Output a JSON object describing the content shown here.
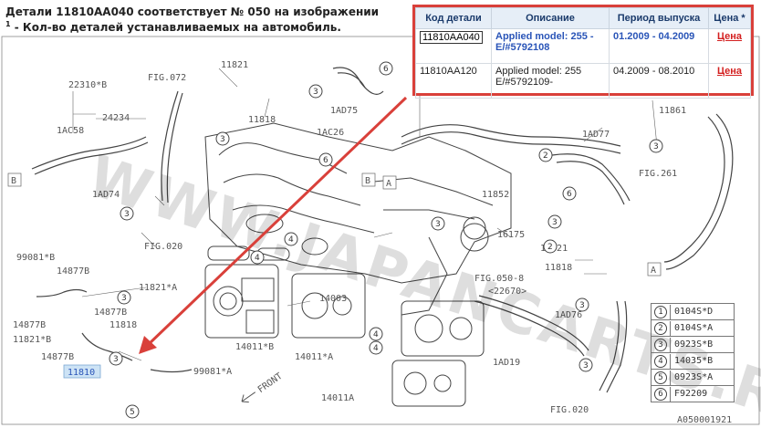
{
  "header": {
    "line1": "Детали 11810AA040 соответствует № 050 на изображении",
    "line2_sup": "1",
    "line2": " - Кол-во деталей устанавливаемых на автомобиль."
  },
  "popup": {
    "columns": [
      "Код детали",
      "Описание",
      "Период выпуска",
      "Цена *"
    ],
    "rows": [
      {
        "part": "11810AA040",
        "desc": "Applied model: 255 -E/#5792108",
        "period": "01.2009 - 04.2009",
        "price": "Цена"
      },
      {
        "part": "11810AA120",
        "desc": "Applied model: 255 E/#5792109-",
        "period": "04.2009 - 08.2010",
        "price": "Цена"
      }
    ]
  },
  "diagram": {
    "labels": {
      "fig072": "FIG.072",
      "l22310": "22310*B",
      "l24234": "24234",
      "l1ac58": "1AC58",
      "l11821top": "11821",
      "l11818a": "11818",
      "l1ad75": "1AD75",
      "l1ac26": "1AC26",
      "l11861": "11861",
      "l1ad77": "1AD77",
      "fig261": "FIG.261",
      "l1ad74": "1AD74",
      "fig020a": "FIG.020",
      "l11852": "11852",
      "l16175": "16175",
      "l11821b": "11821",
      "l11818b": "11818",
      "l99081b": "99081*B",
      "l14877b1": "14877B",
      "l11821a": "11821*A",
      "l14877b2": "14877B",
      "l14877b3": "14877B",
      "l11818c": "11818",
      "l11821b2": "11821*B",
      "l14877b4": "14877B",
      "l11810": "11810",
      "l99081a": "99081*A",
      "l14003": "14003",
      "l14011b": "14011*B",
      "l14011a": "14011*A",
      "l14011a2": "14011A",
      "fig050": "FIG.050-8",
      "l22670": "<22670>",
      "l1ad76": "1AD76",
      "l1ad19": "1AD19",
      "fig020b": "FIG.020",
      "front": "FRONT",
      "refA1": "A",
      "refA2": "A",
      "refB1": "B",
      "refB2": "B",
      "imgcode": "A050001921"
    }
  },
  "legend": [
    {
      "num": "1",
      "code": "0104S*D"
    },
    {
      "num": "2",
      "code": "0104S*A"
    },
    {
      "num": "3",
      "code": "0923S*B"
    },
    {
      "num": "4",
      "code": "14035*B"
    },
    {
      "num": "5",
      "code": "0923S*A"
    },
    {
      "num": "6",
      "code": "F92209"
    }
  ],
  "watermark": "WWW.JAPANCARTS.RU",
  "colors": {
    "accent": "#d9403a",
    "link": "#2a55b8",
    "price": "#d31f1f"
  }
}
